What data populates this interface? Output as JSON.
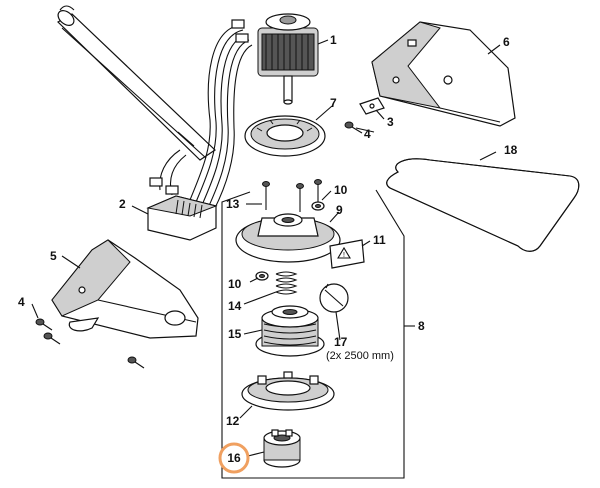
{
  "parts": [
    {
      "id": "1",
      "label": "1"
    },
    {
      "id": "2",
      "label": "2"
    },
    {
      "id": "3",
      "label": "3"
    },
    {
      "id": "4a",
      "label": "4"
    },
    {
      "id": "4b",
      "label": "4"
    },
    {
      "id": "5",
      "label": "5"
    },
    {
      "id": "6",
      "label": "6"
    },
    {
      "id": "7",
      "label": "7"
    },
    {
      "id": "8",
      "label": "8"
    },
    {
      "id": "9",
      "label": "9"
    },
    {
      "id": "10a",
      "label": "10"
    },
    {
      "id": "10b",
      "label": "10"
    },
    {
      "id": "11",
      "label": "11"
    },
    {
      "id": "12",
      "label": "12"
    },
    {
      "id": "13",
      "label": "13"
    },
    {
      "id": "14",
      "label": "14"
    },
    {
      "id": "15",
      "label": "15"
    },
    {
      "id": "16",
      "label": "16"
    },
    {
      "id": "17",
      "label": "17"
    },
    {
      "id": "18",
      "label": "18"
    }
  ],
  "note_17": "(2x 2500 mm)",
  "highlight": {
    "label": "16",
    "color": "#f0a060"
  },
  "colors": {
    "line": "#111111",
    "shade": "#cfcfcf",
    "background": "#ffffff"
  }
}
